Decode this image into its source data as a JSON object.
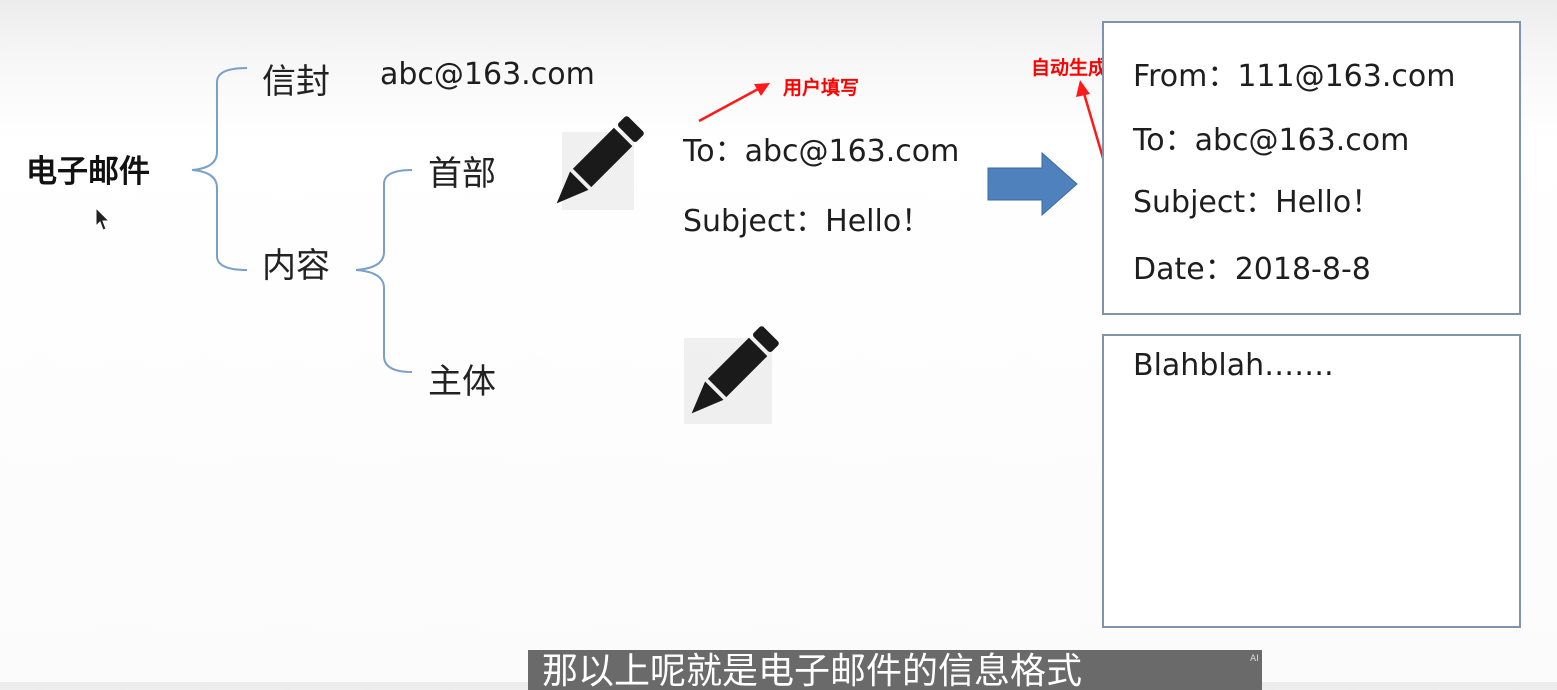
{
  "diagram": {
    "root": "电子邮件",
    "envelope": {
      "label": "信封",
      "value": "abc@163.com"
    },
    "content": {
      "label": "内容",
      "header_label": "首部",
      "body_label": "主体"
    }
  },
  "user_fill": {
    "note": "用户填写",
    "to_line": "To：abc@163.com",
    "subject_line": "Subject：Hello！"
  },
  "auto_gen": {
    "note": "自动生成"
  },
  "header_box": {
    "from_line": "From：111@163.com",
    "to_line": "To：abc@163.com",
    "subject_line": "Subject：Hello！",
    "date_line": "Date：2018-8-8"
  },
  "body_box": {
    "text": "Blahblah……."
  },
  "subtitle": {
    "text": "那以上呢就是电子邮件的信息格式",
    "badge": "AI"
  },
  "colors": {
    "bracket": "#7aa0c8",
    "arrow_fill": "#4f81bd",
    "note": "#ff0000",
    "box_border": "#7f93ad"
  }
}
